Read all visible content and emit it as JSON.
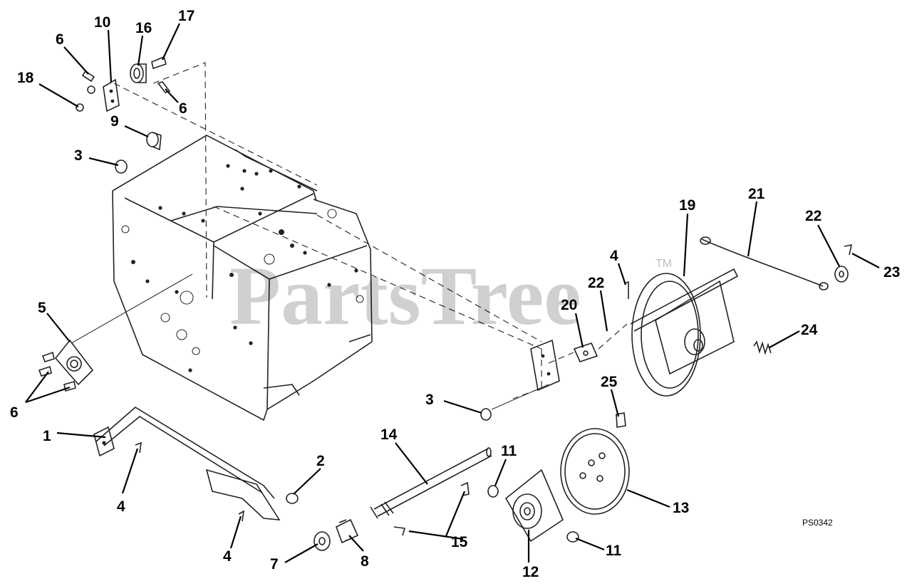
{
  "diagram_code": "PS0342",
  "watermark": {
    "text": "PartsTree",
    "trademark": "TM"
  },
  "callouts": [
    {
      "id": "c10",
      "label": "10"
    },
    {
      "id": "c16",
      "label": "16"
    },
    {
      "id": "c17",
      "label": "17"
    },
    {
      "id": "c6a",
      "label": "6"
    },
    {
      "id": "c18",
      "label": "18"
    },
    {
      "id": "c6b",
      "label": "6"
    },
    {
      "id": "c9",
      "label": "9"
    },
    {
      "id": "c3a",
      "label": "3"
    },
    {
      "id": "c5",
      "label": "5"
    },
    {
      "id": "c6c",
      "label": "6"
    },
    {
      "id": "c1",
      "label": "1"
    },
    {
      "id": "c4a",
      "label": "4"
    },
    {
      "id": "c2",
      "label": "2"
    },
    {
      "id": "c4b",
      "label": "4"
    },
    {
      "id": "c7",
      "label": "7"
    },
    {
      "id": "c8",
      "label": "8"
    },
    {
      "id": "c14",
      "label": "14"
    },
    {
      "id": "c15",
      "label": "15"
    },
    {
      "id": "c11a",
      "label": "11"
    },
    {
      "id": "c12",
      "label": "12"
    },
    {
      "id": "c11b",
      "label": "11"
    },
    {
      "id": "c13",
      "label": "13"
    },
    {
      "id": "c3b",
      "label": "3"
    },
    {
      "id": "c25",
      "label": "25"
    },
    {
      "id": "c20",
      "label": "20"
    },
    {
      "id": "c22a",
      "label": "22"
    },
    {
      "id": "c4c",
      "label": "4"
    },
    {
      "id": "c19",
      "label": "19"
    },
    {
      "id": "c21",
      "label": "21"
    },
    {
      "id": "c22b",
      "label": "22"
    },
    {
      "id": "c23",
      "label": "23"
    },
    {
      "id": "c24",
      "label": "24"
    }
  ]
}
